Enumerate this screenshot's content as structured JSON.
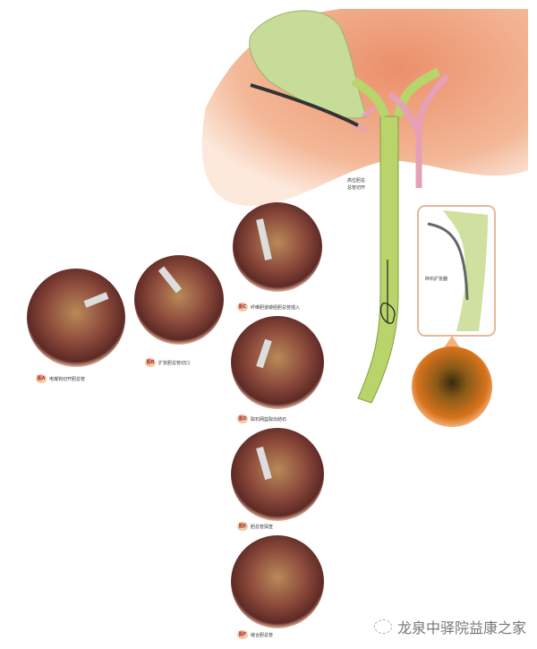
{
  "illustration": {
    "duct_label": [
      "高位胆总",
      "总管切开"
    ],
    "inset_label": "碎石扩张器",
    "figures": [
      {
        "badge": "图A",
        "caption": "电凝钩切开胆总管"
      },
      {
        "badge": "图B",
        "caption": "扩张胆总管切口"
      },
      {
        "badge": "图C",
        "caption": "纤维胆道镜经胆总管插入"
      },
      {
        "badge": "图D",
        "caption": "取石网篮取出结石"
      },
      {
        "badge": "图E",
        "caption": "胆总管探查"
      },
      {
        "badge": "图F",
        "caption": "缝合胆总管"
      }
    ]
  },
  "watermark": "龙泉中驿院益康之家"
}
